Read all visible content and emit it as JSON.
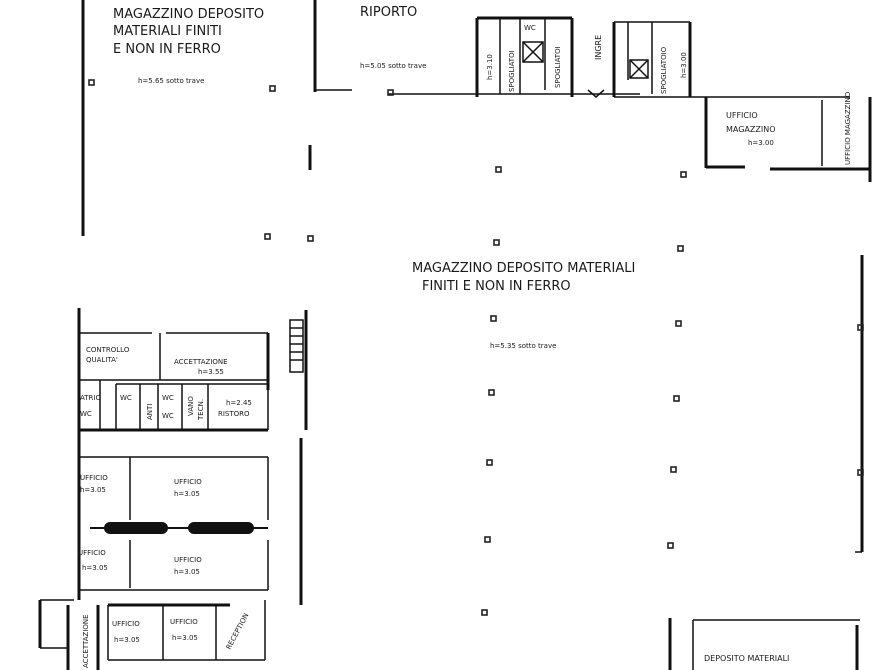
{
  "labels": {
    "main_warehouse_top_1": "MAGAZZINO DEPOSITO",
    "main_warehouse_top_2": "MATERIALI FINITI",
    "main_warehouse_top_3": "E NON IN FERRO",
    "height_top_left": "h=5.65 sotto trave",
    "riporto": "RIPORTO",
    "height_top_mid": "h=5.05 sotto trave",
    "h310": "h=3.10",
    "spogliatoi": "SPOGLIATOI",
    "wc": "WC",
    "spogliatoi2": "SPOGLIATOI",
    "ingresso": "INGRE",
    "spogliatoio": "SPOGLIATOIO",
    "h300": "h=3.00",
    "ufficio_magazzino_1": "UFFICIO",
    "ufficio_magazzino_2": "MAGAZZINO",
    "ufficio_magazzino_h": "h=3.00",
    "ufficio_magazzino_side": "UFFICIO MAGAZZINO",
    "center_title_1": "MAGAZZINO DEPOSITO MATERIALI",
    "center_title_2": "FINITI E NON IN FERRO",
    "center_height": "h=5.35 sotto trave",
    "controllo_1": "CONTROLLO",
    "controllo_2": "QUALITA'",
    "accettazione": "ACCETTAZIONE",
    "accettazione_h": "h=3.55",
    "atrio": "ATRIO",
    "wc_a": "WC",
    "wc_b": "WC",
    "wc_c": "WC",
    "wc_d": "WC",
    "anti": "ANTI",
    "vano_tecn_1": "VANO",
    "vano_tecn_2": "TECN.",
    "ristoro_h": "h=2.45",
    "ristoro": "RISTORO",
    "ufficio_1": "UFFICIO",
    "ufficio_1_h": "h=3.05",
    "ufficio_2": "UFFICIO",
    "ufficio_2_h": "h=3.05",
    "ufficio_3": "UFFICIO",
    "ufficio_3_h": "h=3.05",
    "ufficio_4": "UFFICIO",
    "ufficio_4_h": "h=3.05",
    "ufficio_5": "UFFICIO",
    "ufficio_5_h": "h=3.05",
    "ufficio_6": "UFFICIO",
    "ufficio_6_h": "h=3.05",
    "accettazione_v": "ACCETTAZIONE",
    "reception": "RECEPTION",
    "deposito_materiali": "DEPOSITO MATERIALI"
  }
}
